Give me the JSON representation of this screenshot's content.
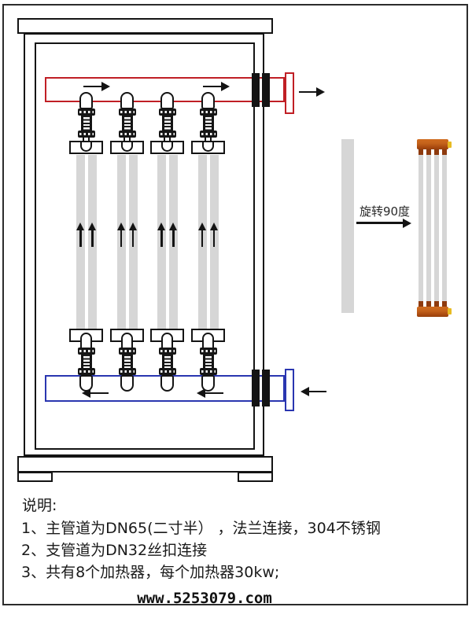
{
  "annotation": {
    "rotate_label": "旋转90度"
  },
  "notes": {
    "heading": "说明:",
    "items": [
      "1、主管道为DN65(二寸半） ，法兰连接，304不锈钢",
      "2、支管道为DN32丝扣连接",
      "3、共有8个加热器，每个加热器30kw;"
    ]
  },
  "watermark": "www.5253079.com",
  "diagram": {
    "heater_branch_count": 4,
    "tubes_per_branch": 2,
    "heater_total": 8,
    "flow": {
      "outlet_pipe_direction": "right",
      "inlet_pipe_direction": "left",
      "tube_flow_direction": "up"
    },
    "colors": {
      "outlet_pipe": "#c01f25",
      "inlet_pipe": "#2a36b0",
      "line": "#141414",
      "heater_tube": "#d6d6d6",
      "manifold": "#c2601a",
      "manifold_tab": "#e7bb22"
    }
  }
}
